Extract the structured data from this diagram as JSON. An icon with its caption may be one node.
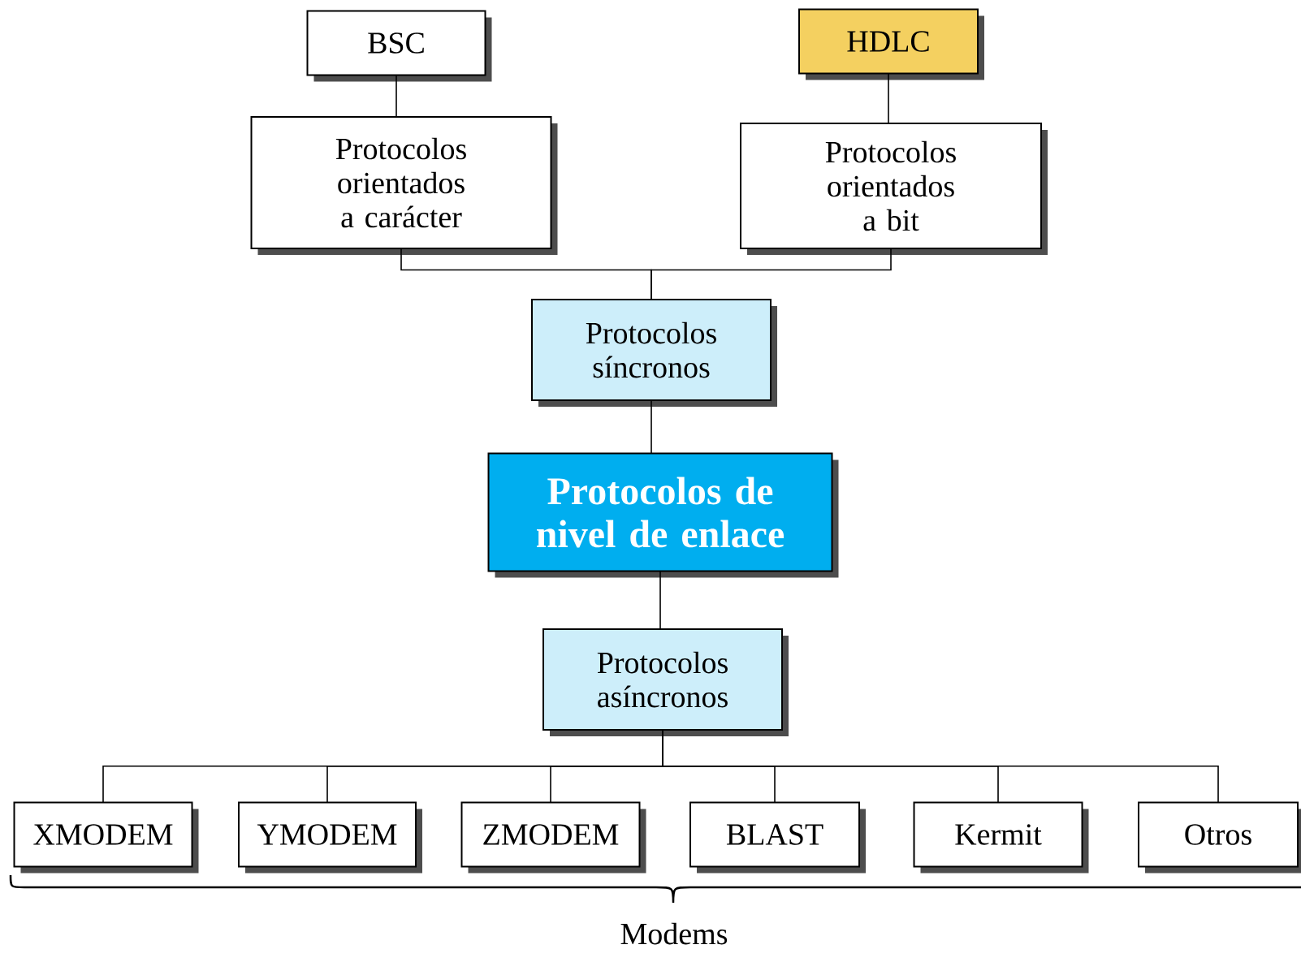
{
  "diagram": {
    "nodes": [
      {
        "text": [
          "BSC"
        ]
      },
      {
        "text": [
          "Protocolos orientados a carácter"
        ]
      },
      {
        "text": [
          "HDLC"
        ]
      },
      {
        "text": [
          "Protocolos orientados a bit"
        ]
      },
      {
        "text": [
          "Protocolos síncronos"
        ]
      },
      {
        "text": [
          "Protocolos de nivel de enlace"
        ]
      },
      {
        "text": [
          "Protocolos asíncronos"
        ]
      },
      {
        "text": [
          "XMODEM"
        ]
      },
      {
        "text": [
          "YMODEM"
        ]
      },
      {
        "text": [
          "ZMODEM"
        ]
      },
      {
        "text": [
          "BLAST"
        ]
      },
      {
        "text": [
          "Kermit"
        ]
      },
      {
        "text": [
          "Otros"
        ]
      }
    ],
    "edges": [
      {
        "from": 0,
        "to": 1,
        "arrow": "none"
      },
      {
        "from": 2,
        "to": 3,
        "arrow": "none"
      },
      {
        "from": 1,
        "to": 4,
        "arrow": "none"
      },
      {
        "from": 3,
        "to": 4,
        "arrow": "none"
      },
      {
        "from": 4,
        "to": 5,
        "arrow": "none"
      },
      {
        "from": 5,
        "to": 6,
        "arrow": "none"
      },
      {
        "from": 6,
        "to": 7,
        "arrow": "none"
      },
      {
        "from": 6,
        "to": 8,
        "arrow": "none"
      },
      {
        "from": 6,
        "to": 9,
        "arrow": "none"
      },
      {
        "from": 6,
        "to": 10,
        "arrow": "none"
      },
      {
        "from": 6,
        "to": 11,
        "arrow": "none"
      },
      {
        "from": 6,
        "to": 12,
        "arrow": "none"
      }
    ],
    "labels": [
      "Modems"
    ]
  }
}
